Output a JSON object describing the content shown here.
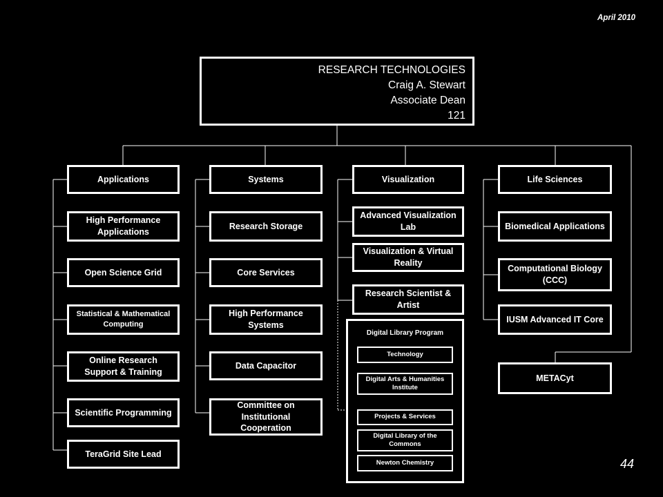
{
  "date": "April 2010",
  "page_number": "44",
  "root": {
    "line1": "RESEARCH TECHNOLOGIES",
    "line2": "Craig A. Stewart",
    "line3": "Associate Dean",
    "line4": "121"
  },
  "applications": {
    "header": "Applications",
    "items": [
      "High Performance Applications",
      "Open Science Grid",
      "Statistical & Mathematical Computing",
      "Online Research Support & Training",
      "Scientific Programming",
      "TeraGrid Site Lead"
    ]
  },
  "systems": {
    "header": "Systems",
    "items": [
      "Research Storage",
      "Core Services",
      "High Performance Systems",
      "Data Capacitor",
      "Committee on Institutional Cooperation"
    ]
  },
  "visualization": {
    "header": "Visualization",
    "items": [
      "Advanced Visualization Lab",
      "Visualization & Virtual Reality",
      "Research Scientist & Artist"
    ]
  },
  "digital_library": {
    "title": "Digital Library Program",
    "items": [
      "Technology",
      "Digital Arts & Humanities Institute",
      "Projects & Services",
      "Digital Library of the Commons",
      "Newton Chemistry"
    ]
  },
  "life_sciences": {
    "header": "Life Sciences",
    "items": [
      "Biomedical Applications",
      "Computational Biology (CCC)",
      "IUSM Advanced IT Core"
    ]
  },
  "metacyt": "METACyt"
}
